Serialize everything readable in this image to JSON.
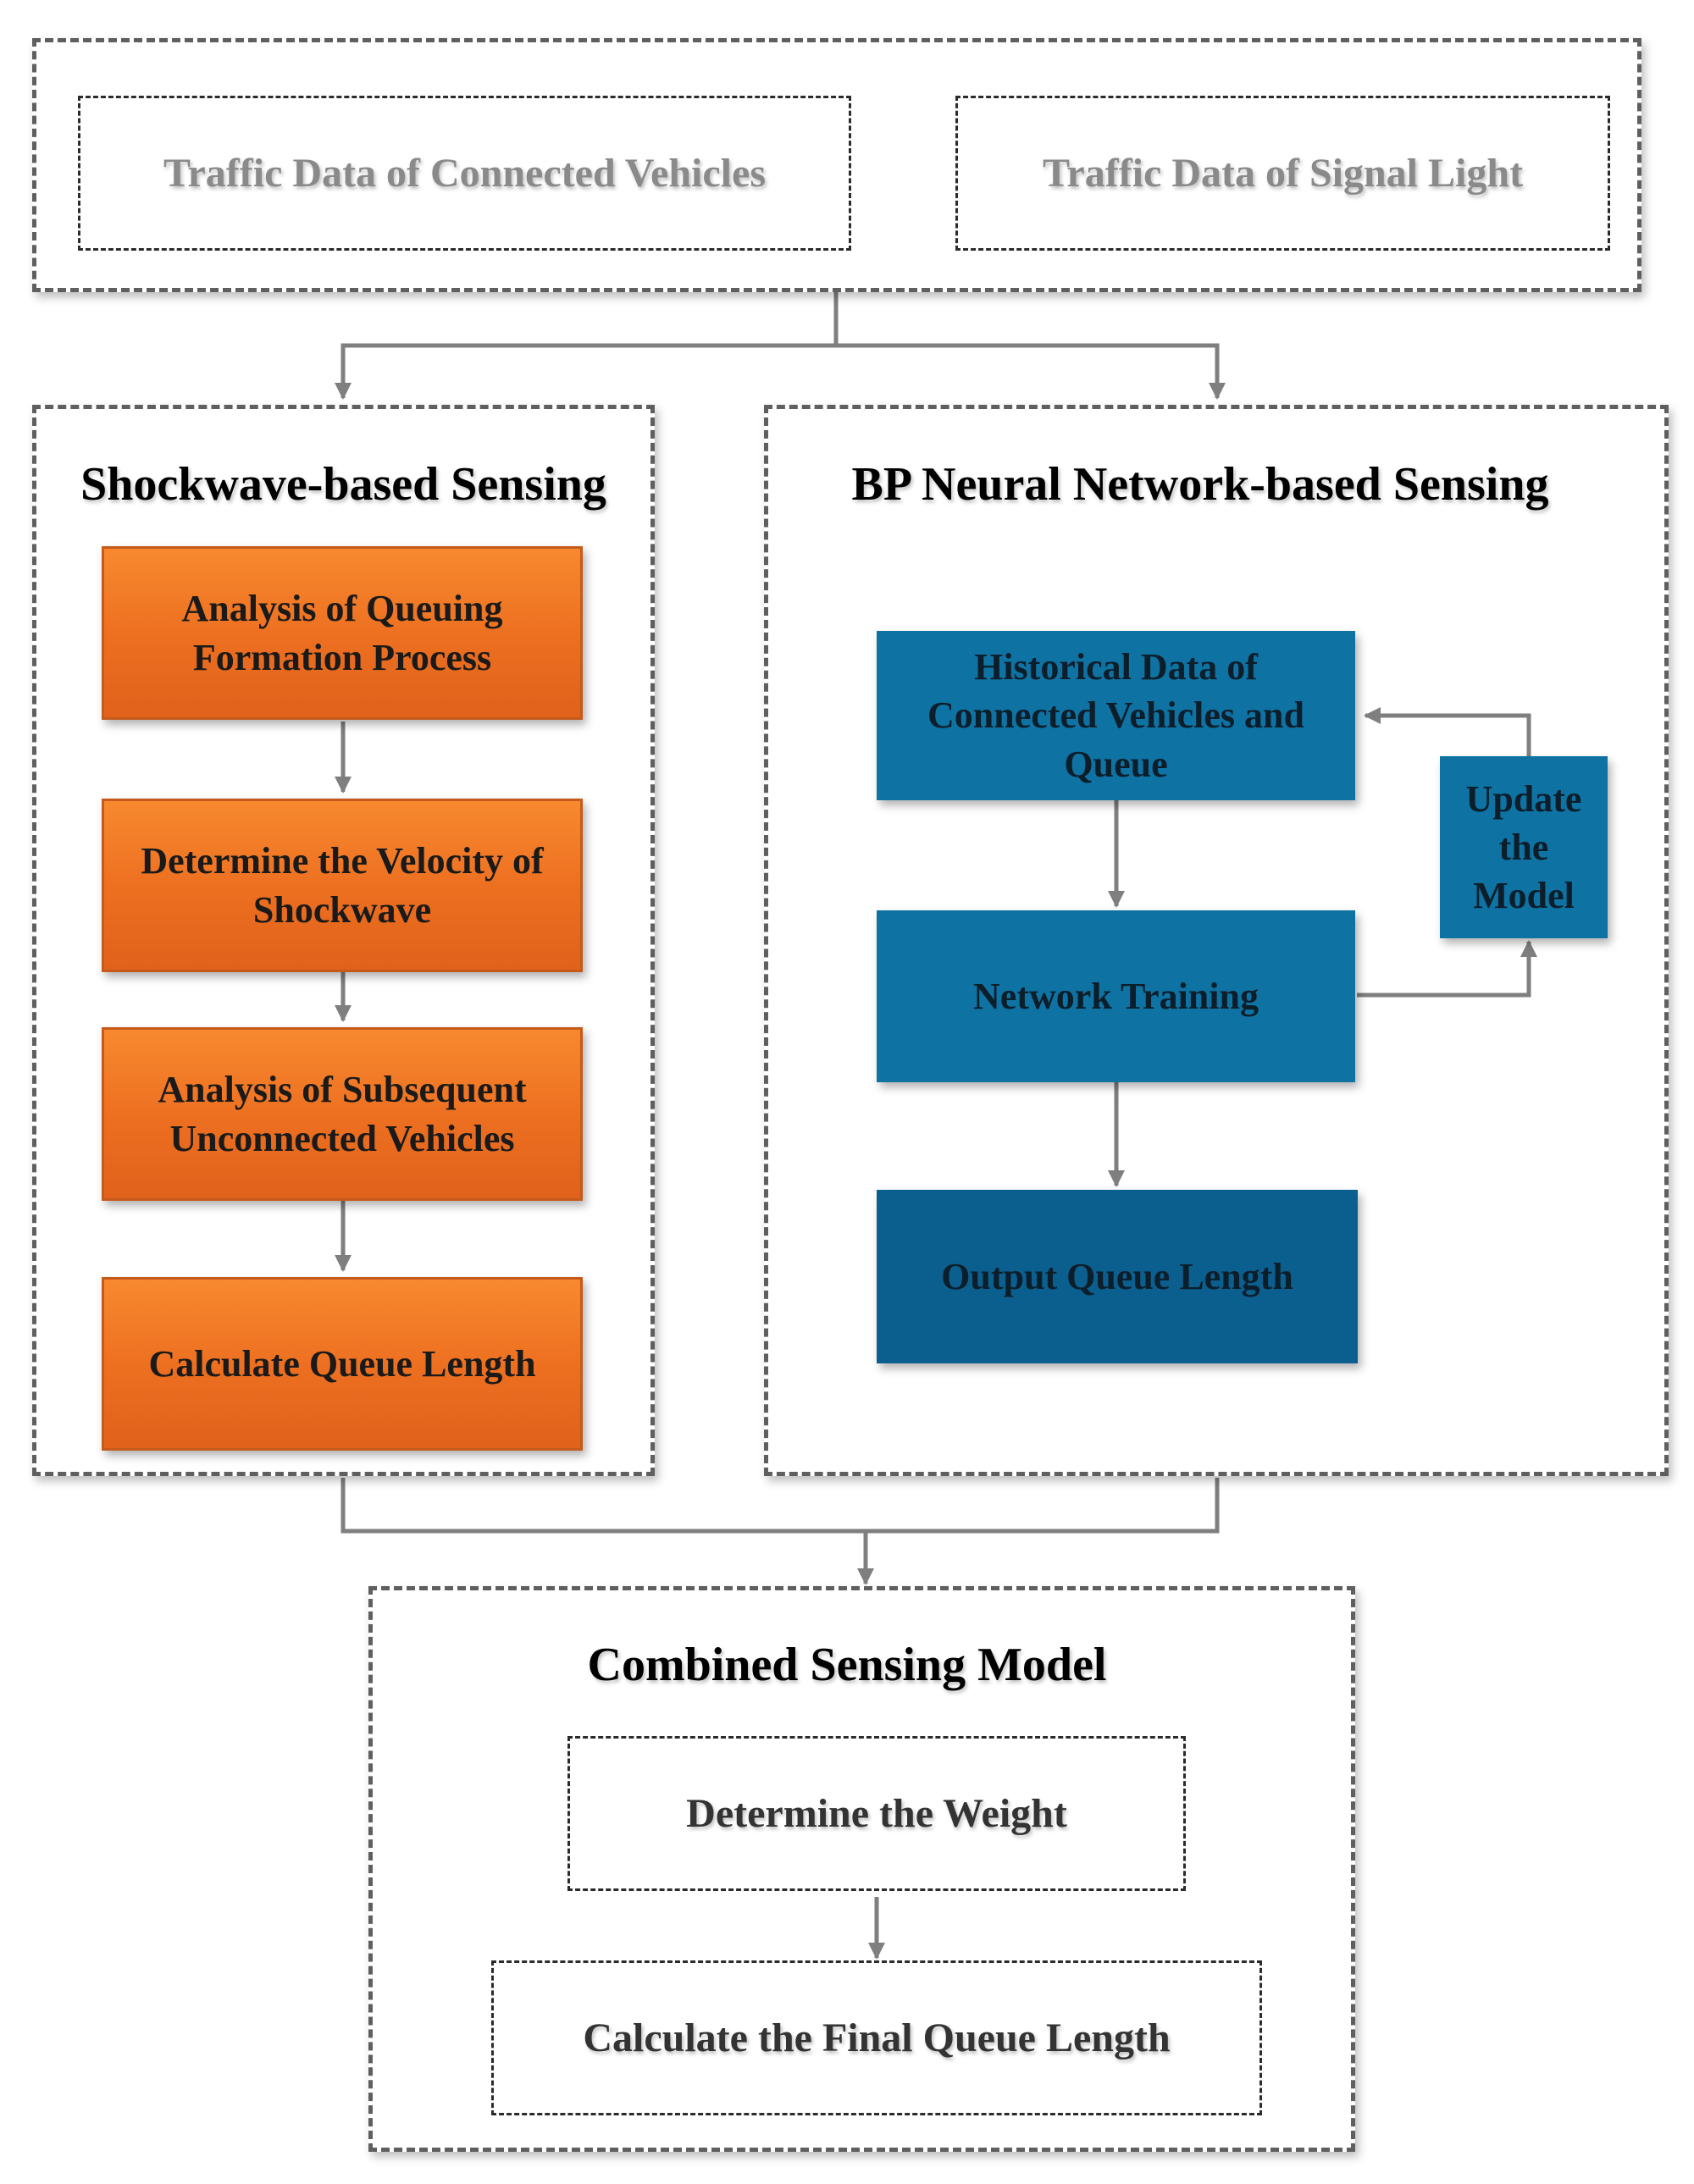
{
  "inputs": {
    "connected_vehicles": "Traffic Data of Connected Vehicles",
    "signal_light": "Traffic Data of Signal Light"
  },
  "shockwave": {
    "title": "Shockwave-based Sensing",
    "steps": [
      "Analysis of Queuing Formation Process",
      "Determine the Velocity of Shockwave",
      "Analysis of Subsequent Unconnected Vehicles",
      "Calculate Queue Length"
    ]
  },
  "bp": {
    "title": "BP Neural Network-based Sensing",
    "historical": "Historical Data of Connected Vehicles and Queue",
    "training": "Network Training",
    "output": "Output Queue Length",
    "update": "Update the Model"
  },
  "combined": {
    "title": "Combined Sensing Model",
    "weight": "Determine the Weight",
    "final": "Calculate the Final Queue Length"
  },
  "colors": {
    "orange": "#ec6e20",
    "blue": "#0e72a3",
    "arrow": "#7f7f7f"
  }
}
